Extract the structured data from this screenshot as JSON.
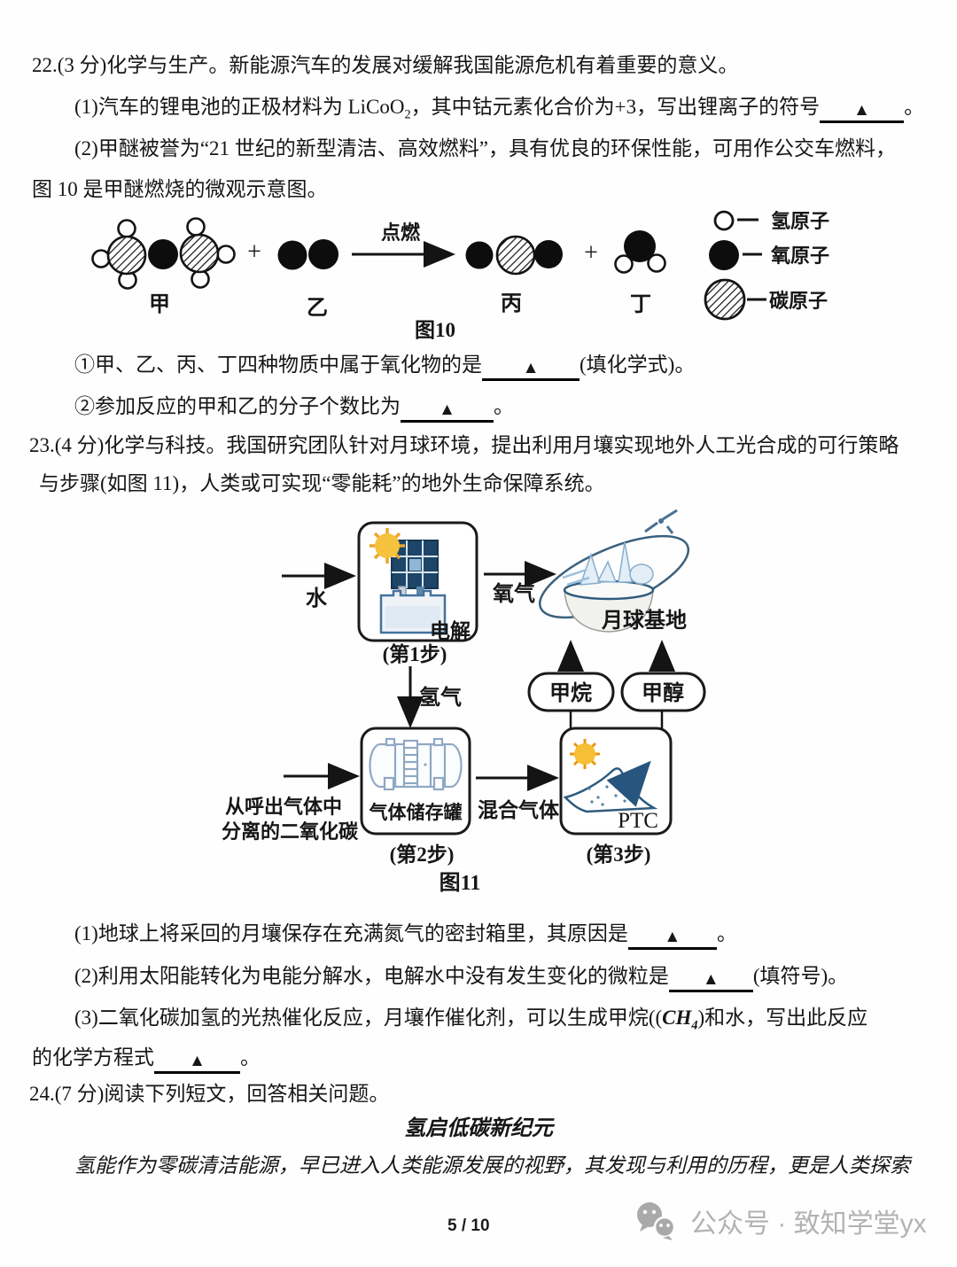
{
  "common": {
    "blank": "▲"
  },
  "q22": {
    "head": "22.(3 分)化学与生产。新能源汽车的发展对缓解我国能源危机有着重要的意义。",
    "p1": {
      "pre": "(1)汽车的锂电池的正极材料为 LiCoO",
      "sub": "2",
      "mid": "，其中钴元素化合价为+3，写出锂离子的符号",
      "end": "。"
    },
    "p2a": "(2)甲醚被誉为“21 世纪的新型清洁、高效燃料”，具有优良的环保性能，可用作公交车燃料，",
    "p2b": "图 10 是甲醚燃烧的微观示意图。",
    "sub1": {
      "pre": "①甲、乙、丙、丁四种物质中属于氧化物的是",
      "end": "(填化学式)。"
    },
    "sub2": {
      "pre": "②参加反应的甲和乙的分子个数比为",
      "end": "。"
    }
  },
  "fig10": {
    "caption": "图10",
    "plus": "+",
    "ignite": "点燃",
    "labels": {
      "jia": "甲",
      "yi": "乙",
      "bing": "丙",
      "ding": "丁"
    },
    "legend": {
      "h": "氢原子",
      "o": "氧原子",
      "c": "碳原子"
    }
  },
  "q23": {
    "head1": "23.(4 分)化学与科技。我国研究团队针对月球环境，提出利用月壤实现地外人工光合成的可行策略",
    "head2": "与步骤(如图 11)，人类或可实现“零能耗”的地外生命保障系统。",
    "p1": {
      "pre": "(1)地球上将采回的月壤保存在充满氮气的密封箱里，其原因是",
      "end": "。"
    },
    "p2": {
      "pre": "(2)利用太阳能转化为电能分解水，电解水中没有发生变化的微粒是",
      "end": "(填符号)。"
    },
    "p3a": {
      "pre": "(3)二氧化碳加氢的光热催化反应，月壤作催化剂，可以生成甲烷((",
      "formula": "CH",
      "sub": "4",
      "end": ")和水，写出此反应"
    },
    "p3b": {
      "pre": "的化学方程式",
      "end": "。"
    }
  },
  "fig11": {
    "caption": "图11",
    "water": "水",
    "oxygen": "氧气",
    "hydrogen": "氢气",
    "electrolysis": "电解",
    "step1": "(第1步)",
    "step2": "(第2步)",
    "step3": "(第3步)",
    "methane": "甲烷",
    "methanol": "甲醇",
    "moon_base": "月球基地",
    "co2_line1": "从呼出气体中",
    "co2_line2": "分离的二氧化碳",
    "tank": "气体储存罐",
    "mixed_gas": "混合气体",
    "ptc": "PTC"
  },
  "q24": {
    "head": "24.(7 分)阅读下列短文，回答相关问题。",
    "title": "氢启低碳新纪元",
    "para": "氢能作为零碳清洁能源，早已进入人类能源发展的视野，其发现与利用的历程，更是人类探索"
  },
  "footer": {
    "page": "5 / 10",
    "watermark": "公众号 · 致知学堂yx"
  }
}
